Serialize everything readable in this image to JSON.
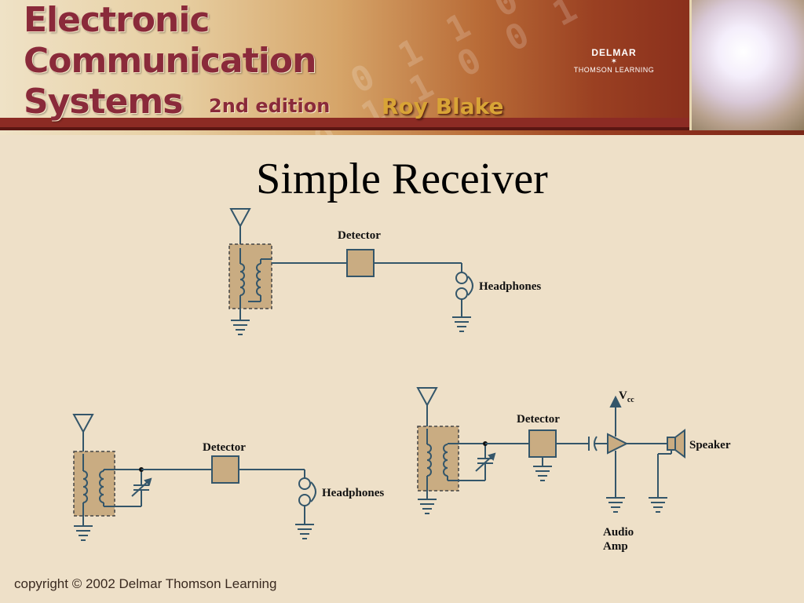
{
  "banner": {
    "title_line_1": "Electronic",
    "title_line_2": "Communication",
    "title_line_3": "Systems",
    "edition": "2nd edition",
    "author": "Roy Blake",
    "publisher_name": "DELMAR",
    "publisher_line": "THOMSON LEARNING"
  },
  "page_title": "Simple Receiver",
  "diagrams": {
    "top": {
      "detector_label": "Detector",
      "headphones_label": "Headphones"
    },
    "bottom_left": {
      "detector_label": "Detector",
      "headphones_label": "Headphones"
    },
    "bottom_right": {
      "detector_label": "Detector",
      "vcc_label": "V",
      "vcc_subscript": "cc",
      "speaker_label": "Speaker",
      "amp_label_line1": "Audio",
      "amp_label_line2": "Amp"
    }
  },
  "footer": {
    "copyright": "copyright © 2002 Delmar Thomson Learning"
  },
  "colors": {
    "background": "#eee0c8",
    "block_fill": "#c9ac82",
    "wire": "#34566a",
    "title_maroon": "#8a2a3a",
    "author_gold": "#d8a436"
  }
}
